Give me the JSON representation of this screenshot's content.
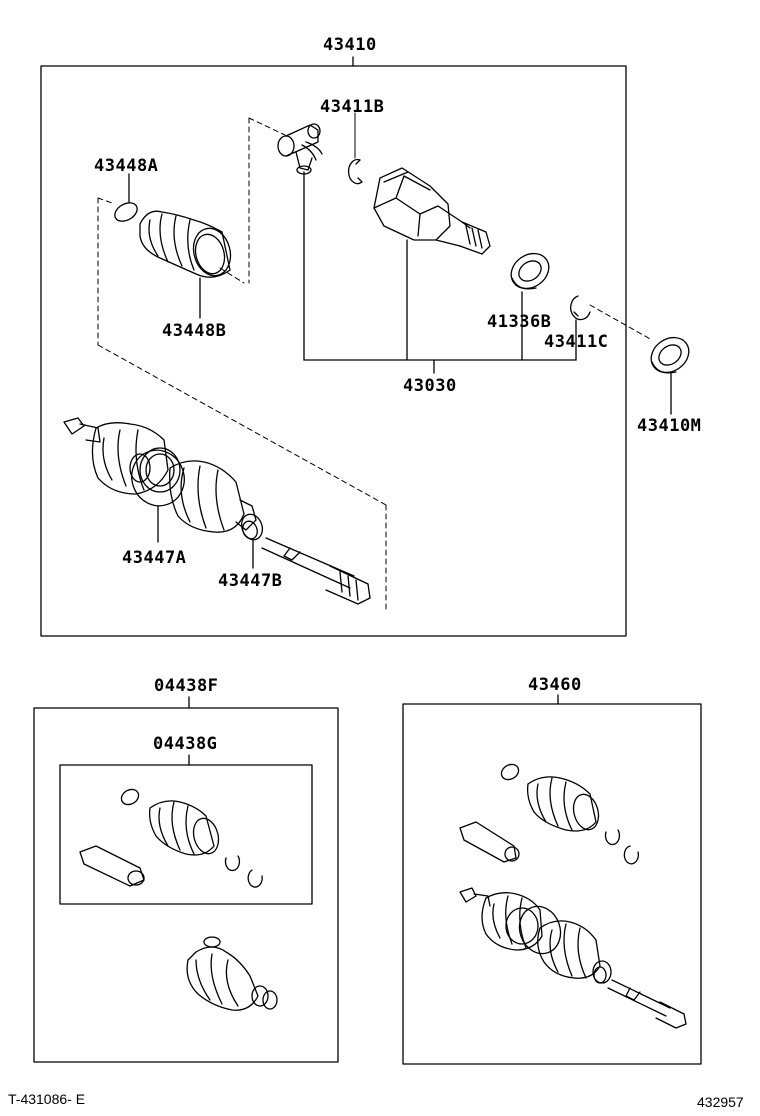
{
  "labels": {
    "main_assembly": "43410",
    "part_43411B": "43411B",
    "part_43448A": "43448A",
    "part_43448B": "43448B",
    "part_41336B": "41336B",
    "part_43411C": "43411C",
    "part_43030": "43030",
    "part_43410M": "43410M",
    "part_43447A": "43447A",
    "part_43447B": "43447B",
    "kit_04438F": "04438F",
    "kit_04438G": "04438G",
    "kit_43460": "43460"
  },
  "footer": {
    "left_code": "T-431086- E",
    "right_code": "432957"
  }
}
